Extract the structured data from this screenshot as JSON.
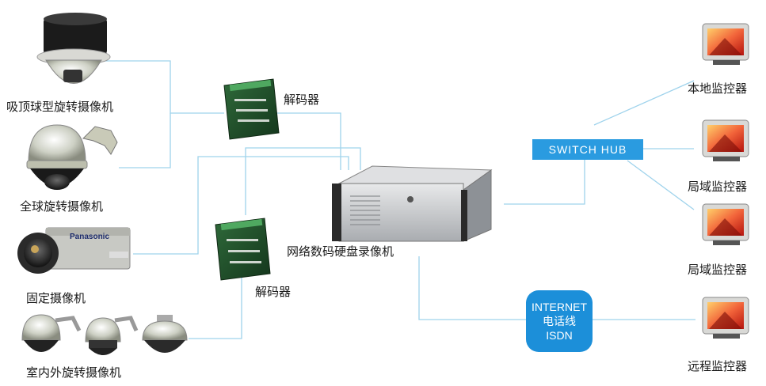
{
  "devices": {
    "dome_ceiling": "吸顶球型旋转摄像机",
    "dome_full": "全球旋转摄像机",
    "fixed_camera": "固定摄像机",
    "indoor_outdoor": "室内外旋转摄像机",
    "decoder_top": "解码器",
    "decoder_bottom": "解码器",
    "dvr": "网络数码硬盘录像机",
    "camera_brand": "Panasonic"
  },
  "network": {
    "switch_hub": "SWITCH HUB",
    "internet_line1": "INTERNET",
    "internet_line2": "电话线",
    "internet_line3": "ISDN"
  },
  "monitors": {
    "local": "本地监控器",
    "lan1": "局域监控器",
    "lan2": "局域监控器",
    "remote": "远程监控器"
  },
  "colors": {
    "line": "#9fd3ec",
    "hub": "#2a9be0",
    "internet": "#1c8fd9",
    "monitor_screen": "#e5381f"
  }
}
